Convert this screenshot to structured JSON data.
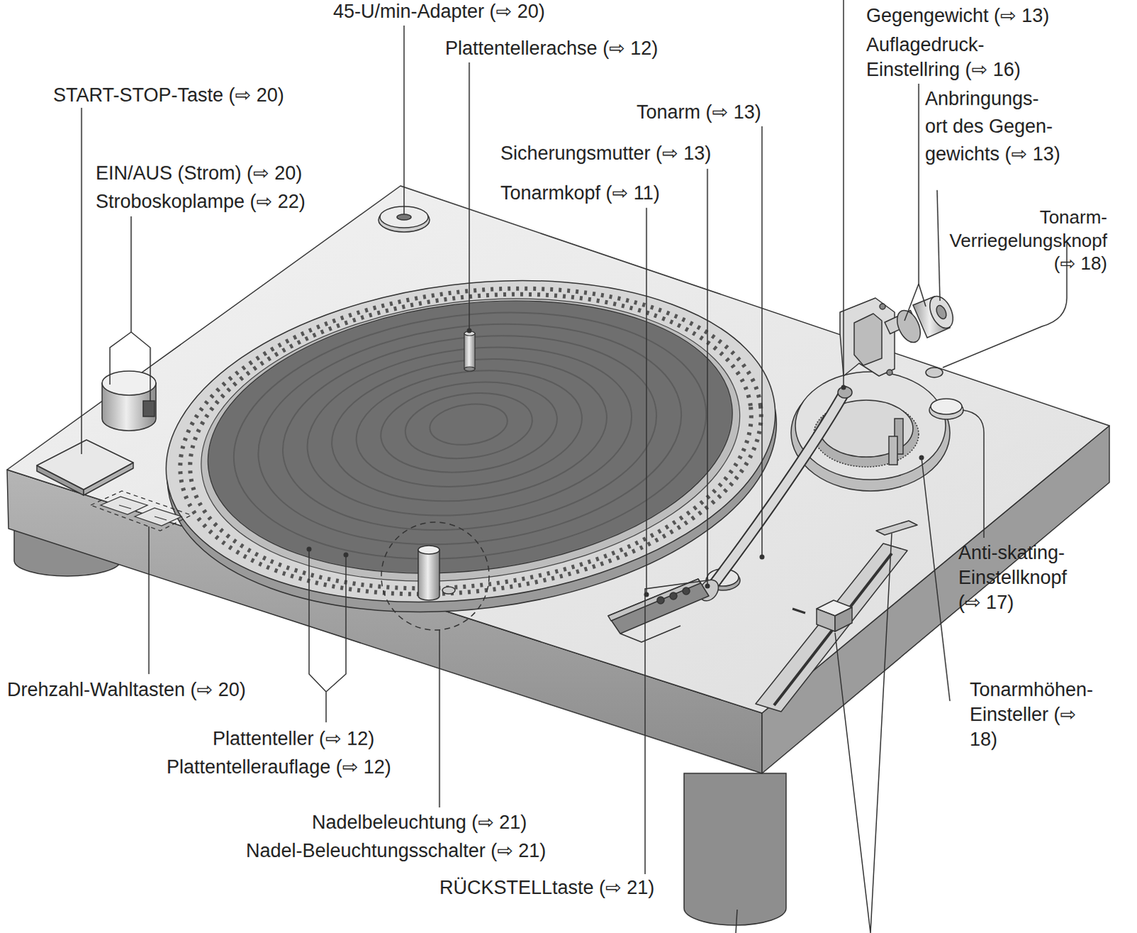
{
  "diagram": {
    "labels": [
      "45-U/min-Adapter (⇨ 20)",
      "Plattentellerachse (⇨ 12)",
      "START-STOP-Taste (⇨ 20)",
      "Tonarm (⇨ 13)",
      "Sicherungsmutter (⇨ 13)",
      "EIN/AUS (Strom) (⇨ 20)",
      "Stroboskoplampe (⇨ 22)",
      "Tonarmkopf (⇨ 11)",
      "Gegengewicht (⇨ 13)",
      "Auflagedruck- Einstellring (⇨ 16)",
      "Anbringungs- ort des Gegen- gewichts (⇨ 13)",
      "Tonarm- Verriegelungsknopf (⇨ 18)",
      "Anti-skating- Einstellknopf (⇨ 17)",
      "Tonarmhöhen- Einsteller (⇨ 18)",
      "Drehzahl-Wahltasten (⇨ 20)",
      "Plattenteller (⇨ 12)",
      "Plattentellerauflage (⇨ 12)",
      "Nadelbeleuchtung (⇨ 21)",
      "Nadel-Beleuchtungsschalter (⇨ 21)",
      "RÜCKSTELLtaste (⇨ 21)"
    ]
  }
}
